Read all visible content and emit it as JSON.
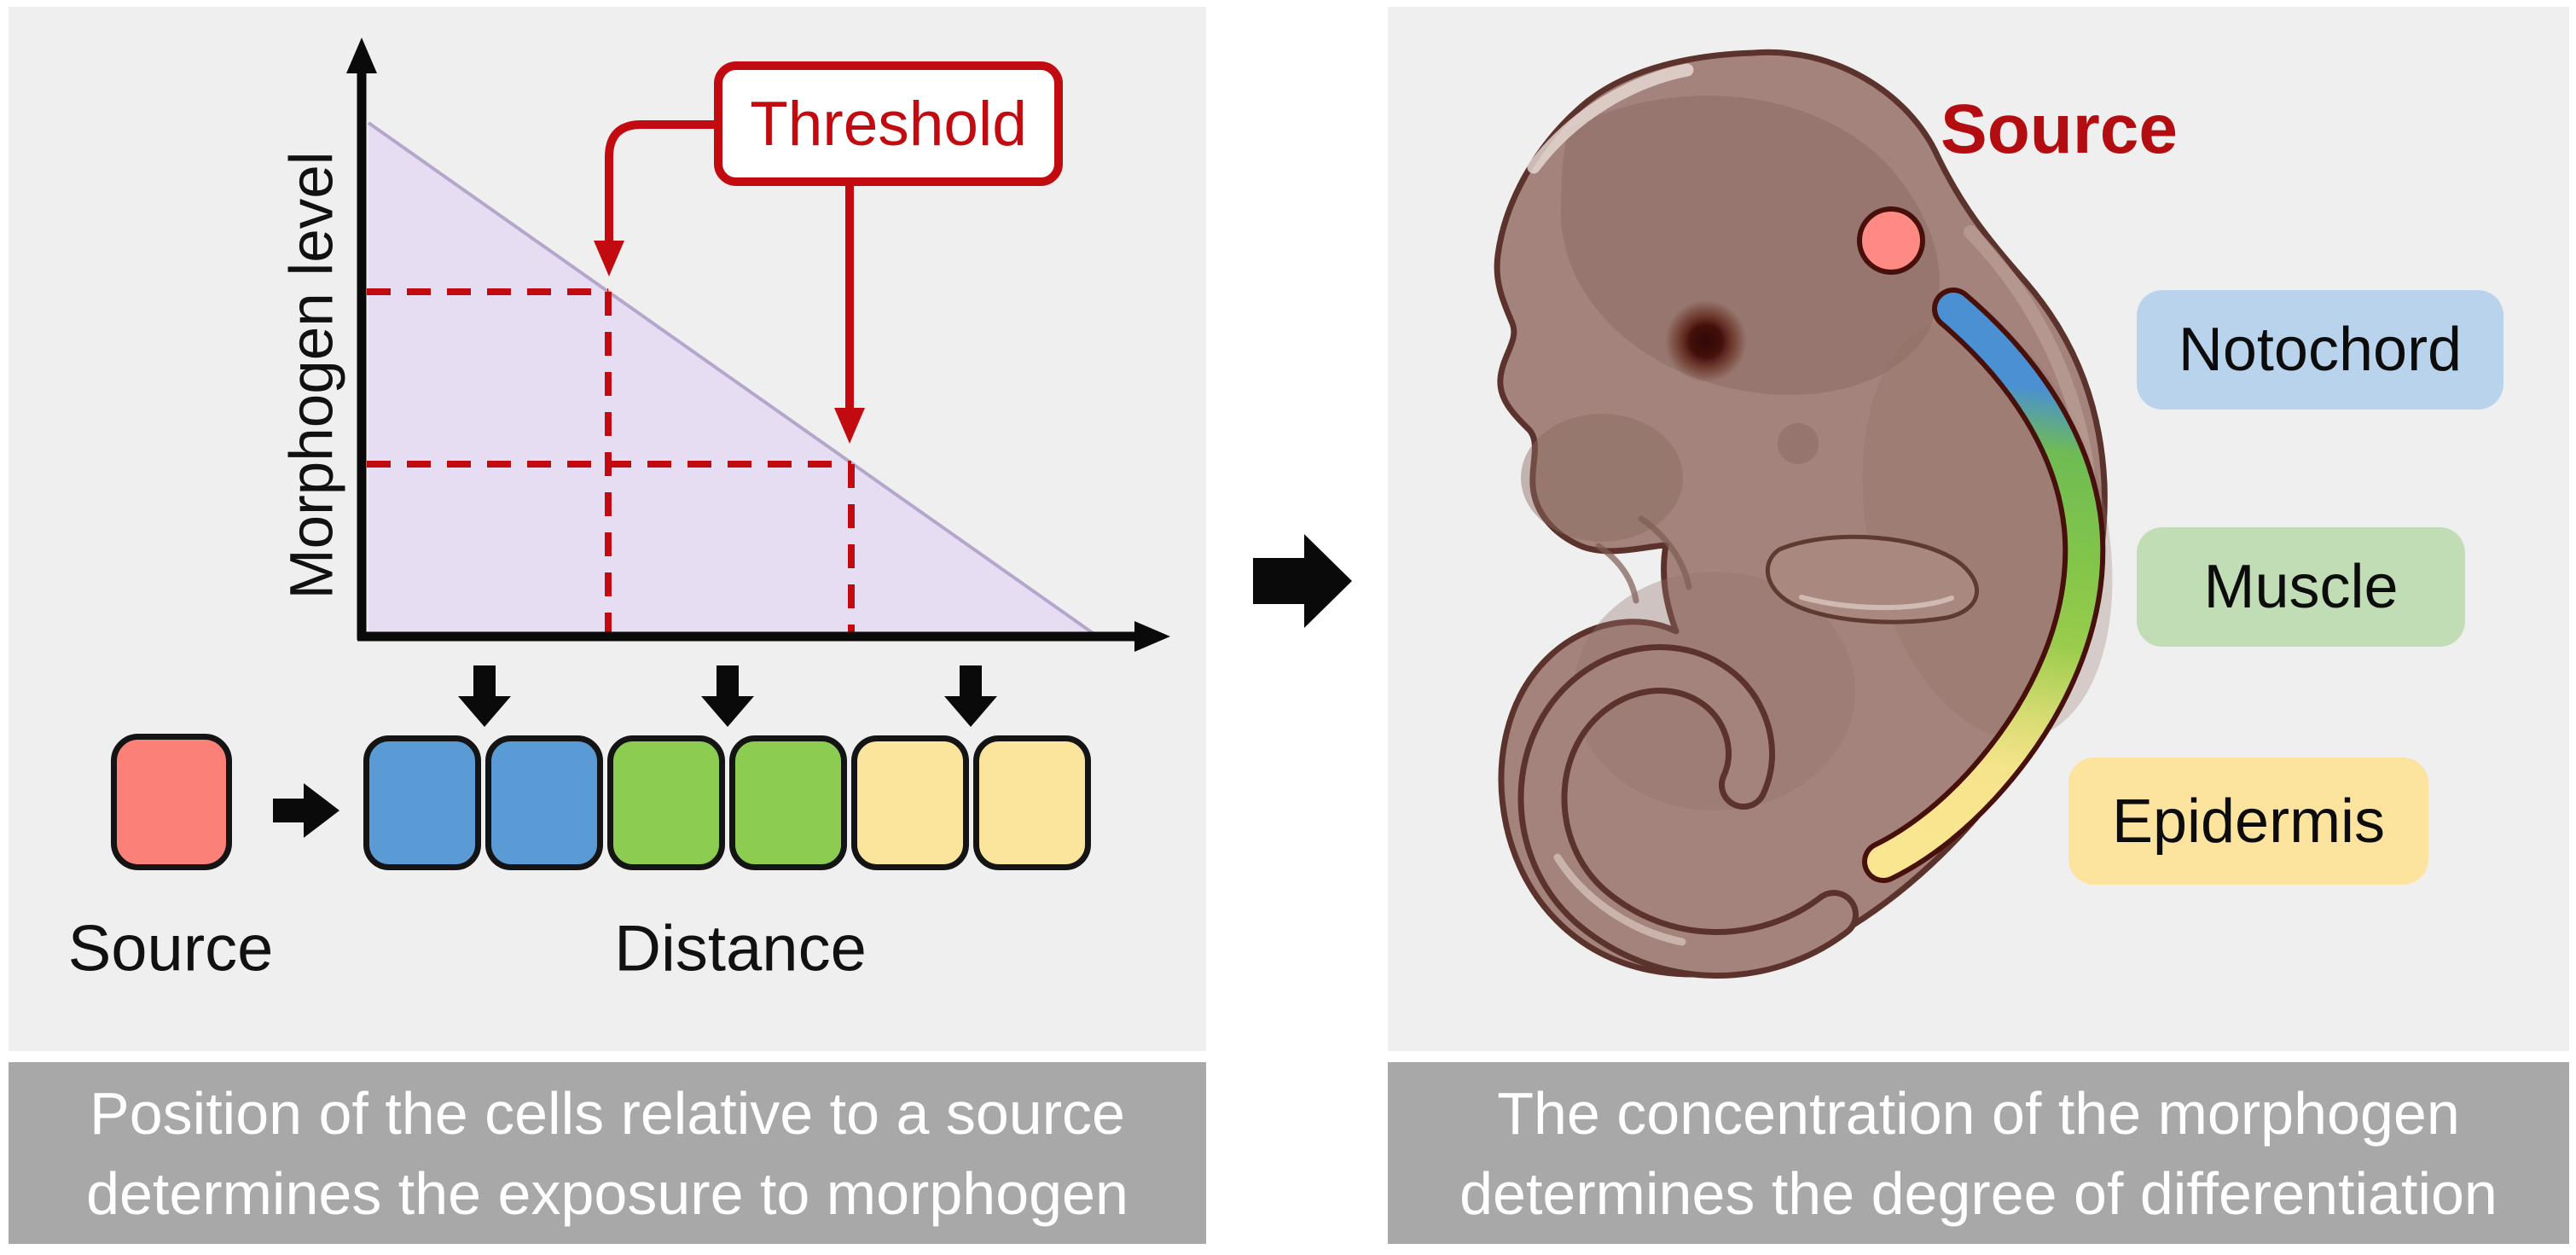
{
  "left_panel": {
    "graph": {
      "y_axis_label": "Morphogen level",
      "x_axis_label": "Distance",
      "threshold_label": "Threshold"
    },
    "source_label": "Source",
    "cells": [
      {
        "fate": "notochord",
        "color": "#5b9bd5"
      },
      {
        "fate": "notochord",
        "color": "#5b9bd5"
      },
      {
        "fate": "muscle",
        "color": "#8ccc50"
      },
      {
        "fate": "muscle",
        "color": "#8ccc50"
      },
      {
        "fate": "epidermis",
        "color": "#fbe49b"
      },
      {
        "fate": "epidermis",
        "color": "#fbe49b"
      }
    ],
    "source_cell_color": "#fa8078",
    "caption": {
      "line1": "Position of the cells relative to a source",
      "line2": "determines the exposure to morphogen"
    }
  },
  "right_panel": {
    "source_label": "Source",
    "fate_labels": [
      {
        "text": "Notochord",
        "color": "#b9d3ec"
      },
      {
        "text": "Muscle",
        "color": "#c0ddb5"
      },
      {
        "text": "Epidermis",
        "color": "#fce49e"
      }
    ],
    "caption": {
      "line1": "The concentration of the morphogen",
      "line2": "determines the degree of differentiation"
    }
  },
  "chart_data": {
    "type": "area",
    "title": "",
    "xlabel": "Distance",
    "ylabel": "Morphogen level",
    "x_range": [
      0,
      6
    ],
    "y_range": [
      0,
      100
    ],
    "grid": false,
    "legend": "none",
    "series": [
      {
        "name": "Morphogen gradient",
        "x": [
          0,
          6
        ],
        "y": [
          100,
          0
        ]
      }
    ],
    "annotations": [
      {
        "label": "Threshold",
        "x": 2,
        "y": 67,
        "meaning": "upper threshold; boundary between notochord and muscle fate"
      },
      {
        "label": "Threshold",
        "x": 4,
        "y": 33,
        "meaning": "lower threshold; boundary between muscle and epidermis fate"
      }
    ],
    "zones": [
      {
        "cells": "1-2",
        "color": "blue",
        "fate": "Notochord",
        "morphogen": "above upper threshold"
      },
      {
        "cells": "3-4",
        "color": "green",
        "fate": "Muscle",
        "morphogen": "between thresholds"
      },
      {
        "cells": "5-6",
        "color": "yellow",
        "fate": "Epidermis",
        "morphogen": "below lower threshold"
      }
    ]
  },
  "colors": {
    "page_bg": "#ffffff",
    "panel_bg": "#f0eff0",
    "caption_bg": "#a8a8a8",
    "caption_text": "#ffffff",
    "accent_red": "#c20b10",
    "source_text_red": "#b30d12",
    "gradient_triangle_fill": "#e6ddf3",
    "gradient_triangle_edge": "#b5a6cc",
    "axis_black": "#0a0a0a",
    "embryo_body": "#a3837b",
    "embryo_outline": "#5c332c",
    "stripe_blue": "#4a90d2",
    "stripe_green": "#85c64a",
    "stripe_yellow": "#fae691",
    "stripe_outline": "#47100a"
  }
}
